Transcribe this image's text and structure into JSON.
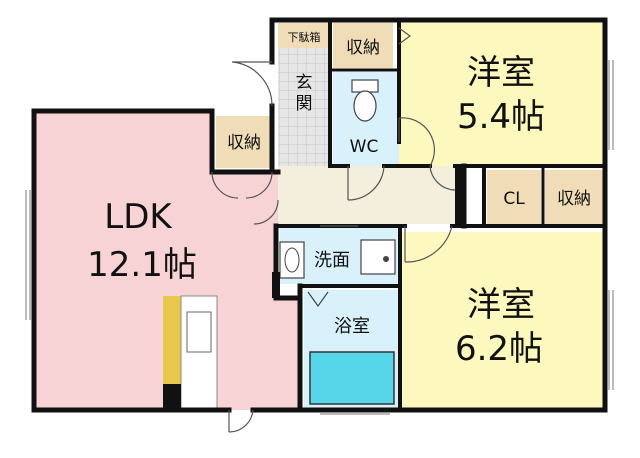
{
  "rooms": {
    "ldk": {
      "name": "LDK",
      "size": "12.1帖"
    },
    "western_room_1": {
      "name": "洋室",
      "size": "5.4帖"
    },
    "western_room_2": {
      "name": "洋室",
      "size": "6.2帖"
    },
    "entrance": "玄関",
    "shoe_box": "下駄箱",
    "toilet": "WC",
    "washroom": "洗面",
    "bathroom": "浴室",
    "closet": "CL",
    "storage_top": "収納",
    "storage_left": "収納",
    "storage_right": "収納"
  },
  "colors": {
    "ldk": "#f7d3d6",
    "western": "#fdf8bd",
    "wet_area": "#d8f1fb",
    "storage": "#f0ddb8",
    "hallway": "#f4efdd",
    "tile": "#e6e6e6",
    "wall": "#111111",
    "kitchen_counter": "#e8c84a"
  }
}
